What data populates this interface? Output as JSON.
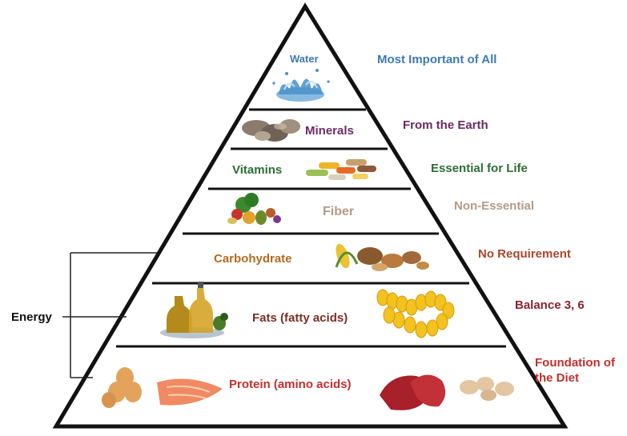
{
  "levels": [
    {
      "name": "Water",
      "note": "Most Important of All",
      "name_color": "#3d7ab5",
      "note_color": "#3d7ab5",
      "image": "water-splash-icon"
    },
    {
      "name": "Minerals",
      "note": "From the Earth",
      "name_color": "#6b2a63",
      "note_color": "#6b2a63",
      "image": "stones-icon"
    },
    {
      "name": "Vitamins",
      "note": "Essential for Life",
      "name_color": "#2c6e35",
      "note_color": "#2c6e35",
      "image": "capsules-icon"
    },
    {
      "name": "Fiber",
      "note": "Non-Essential",
      "name_color": "#b59a86",
      "note_color": "#b59a86",
      "image": "vegetables-icon"
    },
    {
      "name": "Carbohydrate",
      "note": "No Requirement",
      "name_color": "#b56a1f",
      "note_color": "#b0452a",
      "image": "grains-bread-icon"
    },
    {
      "name": "Fats (fatty acids)",
      "note": "Balance 3, 6",
      "name_color": "#7b2f24",
      "note_color": "#8b2230",
      "image": "oil-bottles-icon",
      "image2": "softgel-capsules-icon"
    },
    {
      "name": "Protein (amino acids)",
      "note": "Foundation of the Diet",
      "name_color": "#c4302b",
      "note_color": "#c4302b",
      "image": "eggs-icon",
      "image2": "salmon-icon",
      "image3": "red-meat-icon",
      "image4": "chicken-icon"
    }
  ],
  "energy_label": "Energy",
  "colors": {
    "outline": "#111111",
    "background": "#ffffff"
  }
}
